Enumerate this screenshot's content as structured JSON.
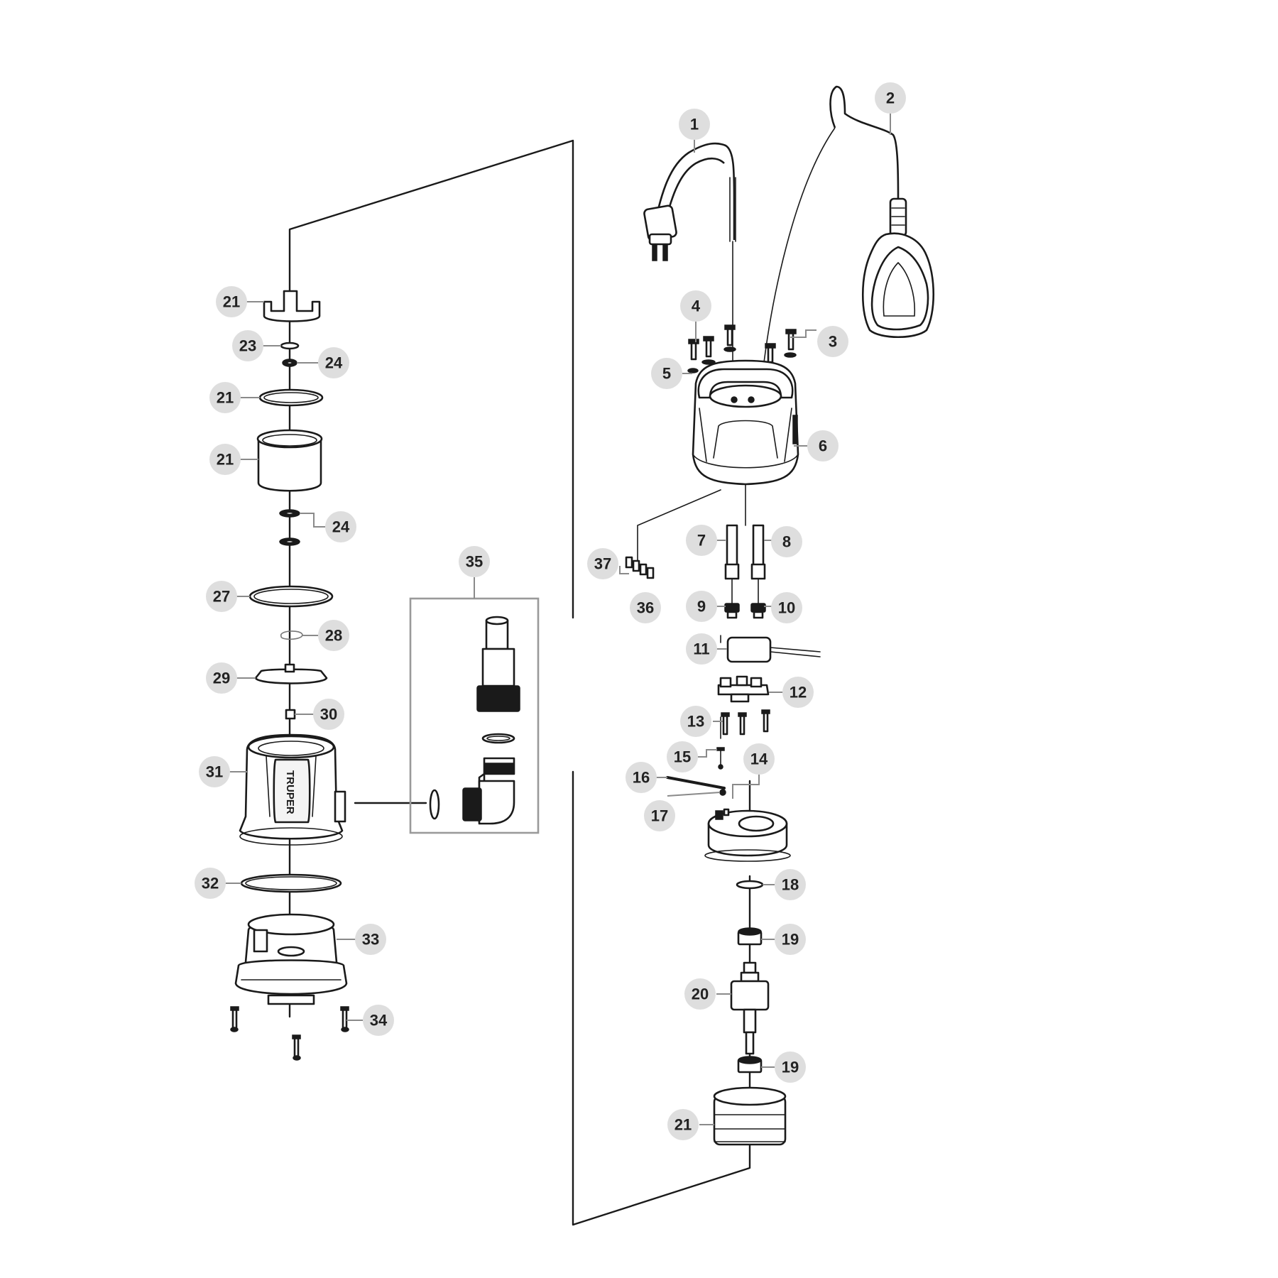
{
  "callouts": {
    "c1": "1",
    "c2": "2",
    "c3": "3",
    "c4": "4",
    "c5": "5",
    "c6": "6",
    "c7": "7",
    "c8": "8",
    "c9": "9",
    "c10": "10",
    "c11": "11",
    "c12": "12",
    "c13": "13",
    "c14": "14",
    "c15": "15",
    "c16": "16",
    "c17": "17",
    "c18": "18",
    "c19a": "19",
    "c19b": "19",
    "c20": "20",
    "c21r": "21",
    "c21a": "21",
    "c21b": "21",
    "c21c": "21",
    "c23": "23",
    "c24a": "24",
    "c24b": "24",
    "c27": "27",
    "c28": "28",
    "c29": "29",
    "c30": "30",
    "c31": "31",
    "c32": "32",
    "c33": "33",
    "c34": "34",
    "c35": "35",
    "c36": "36",
    "c37": "37"
  },
  "pump_brand": "TRUPER",
  "colors": {
    "line": "#1a1a1a",
    "callout_fill": "#dedede",
    "callout_text": "#222222",
    "box_stroke": "#9a9a9a"
  }
}
